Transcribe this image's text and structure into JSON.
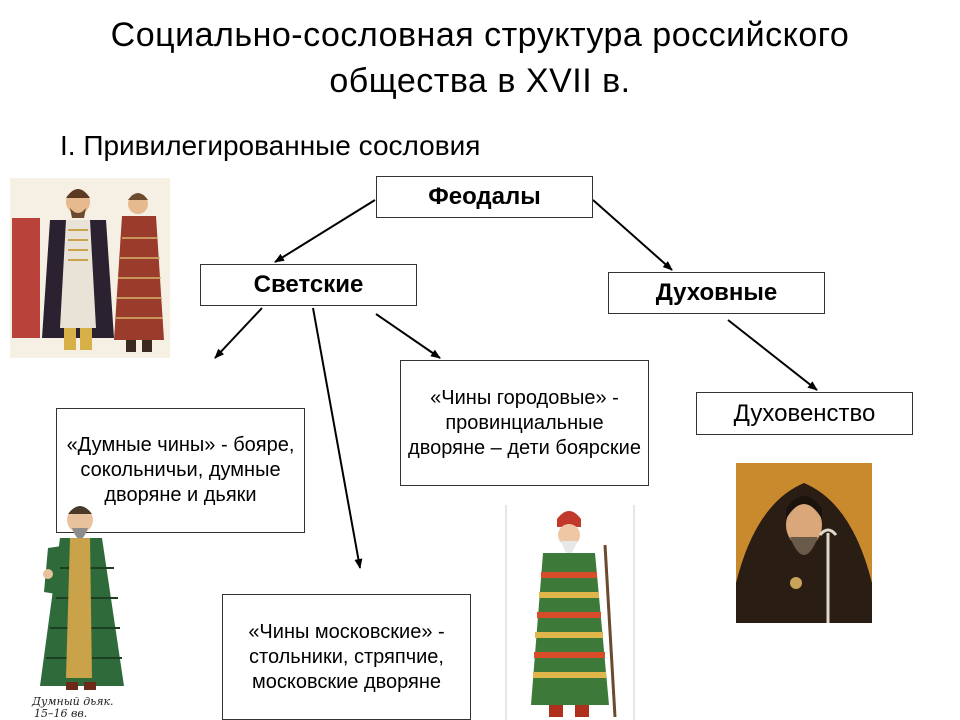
{
  "slide": {
    "title_line1": "Социально-сословная структура  российского",
    "title_line2": "общества в XVII в.",
    "section": "I. Привилегированные сословия"
  },
  "nodes": {
    "feudals": "Феодалы",
    "secular": "Светские",
    "spiritual": "Духовные",
    "duma_ranks": "«Думные чины» - бояре, сокольничьи, думные дворяне и дьяки",
    "town_ranks": "«Чины городовые» - провинциальные дворяне – дети боярские",
    "moscow_ranks": "«Чины московские» - стольники, стряпчие, московские дворяне",
    "clergy": "Духовенство"
  },
  "images": {
    "boyars": "boyars-illustration",
    "duma_clerk": "duma-clerk-illustration",
    "provincial_noble": "provincial-noble-illustration",
    "cleric": "cleric-portrait"
  },
  "captions": {
    "duma_clerk_line1": "Думный дьяк.",
    "duma_clerk_line2": "15–16 вв."
  }
}
